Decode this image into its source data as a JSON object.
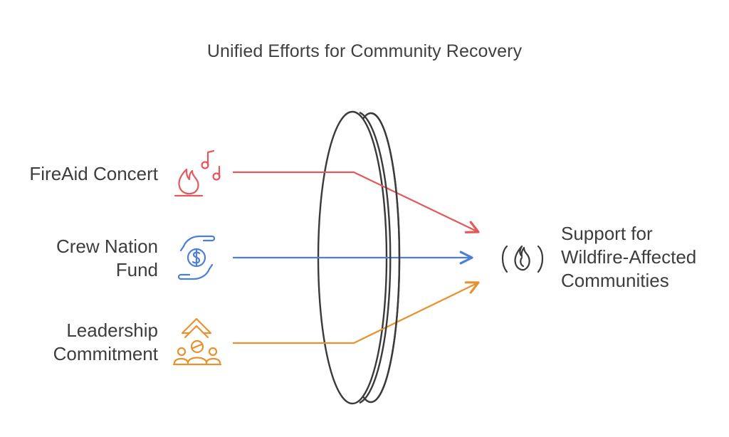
{
  "title": "Unified Efforts for Community Recovery",
  "inputs": [
    {
      "label": "FireAid Concert",
      "icon": "fire-music-icon",
      "color": "#e35a5a"
    },
    {
      "label_line1": "Crew Nation",
      "label_line2": "Fund",
      "icon": "hands-money-icon",
      "color": "#4a7fdc"
    },
    {
      "label_line1": "Leadership",
      "label_line2": "Commitment",
      "icon": "people-arrow-up-icon",
      "color": "#e8912f"
    }
  ],
  "lens": {
    "icon": "lens-icon"
  },
  "output": {
    "label_line1": "Support for",
    "label_line2": "Wildfire-Affected",
    "label_line3": "Communities",
    "icon": "flame-in-parentheses-icon"
  }
}
